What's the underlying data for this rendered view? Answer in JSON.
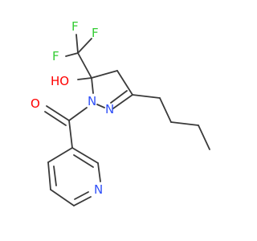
{
  "molecule": {
    "atoms": {
      "F1": {
        "label": "F"
      },
      "F2": {
        "label": "F"
      },
      "F3": {
        "label": "F"
      },
      "O_hydroxyl": {
        "label": "HO"
      },
      "N1": {
        "label": "N"
      },
      "N2": {
        "label": "N"
      },
      "O_carbonyl": {
        "label": "O"
      },
      "N_pyridine": {
        "label": "N"
      }
    }
  },
  "colors": {
    "bond": "#3a3a3a",
    "fluorine": "#33cc33",
    "oxygen": "#ff0000",
    "nitrogen": "#3050f8"
  }
}
